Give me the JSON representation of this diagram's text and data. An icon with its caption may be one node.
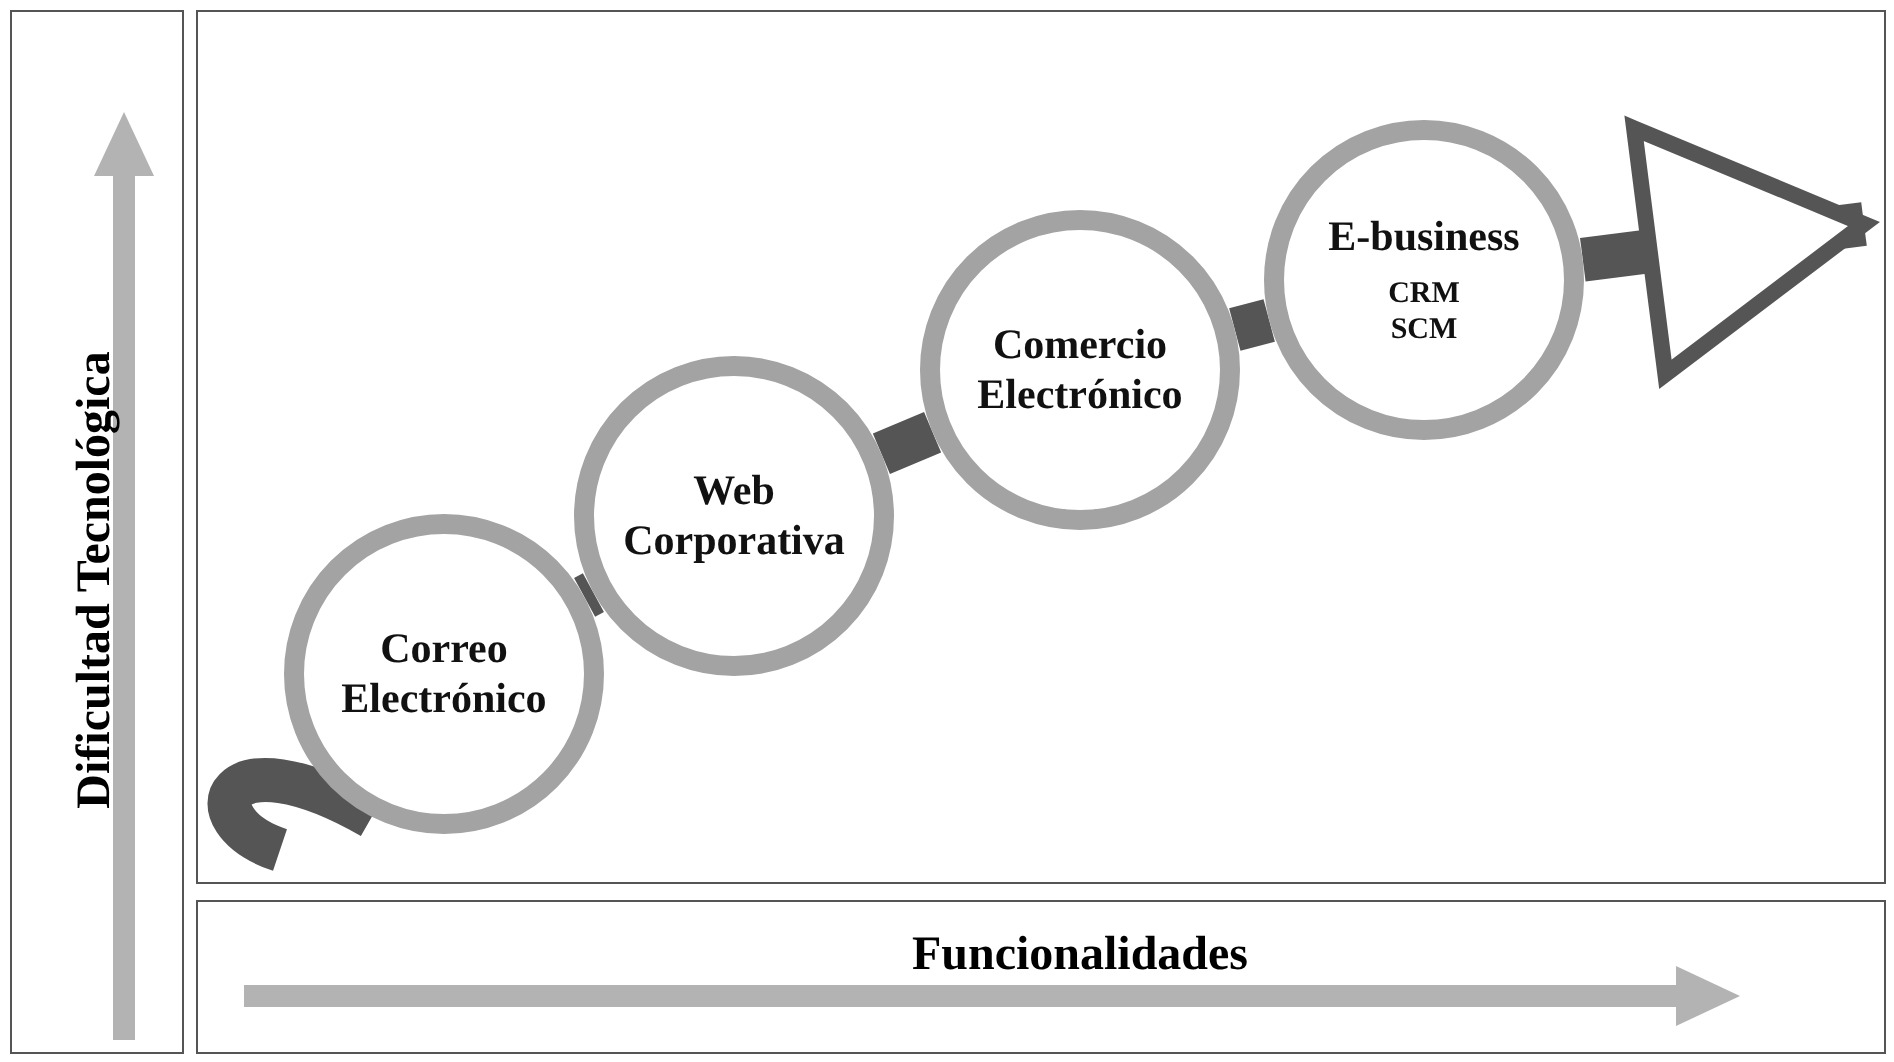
{
  "diagram": {
    "nodes": [
      {
        "text": [
          "Correo Electrónico"
        ]
      },
      {
        "text": [
          "Web Corporativa"
        ]
      },
      {
        "text": [
          "Comercio Electrónico"
        ]
      },
      {
        "text": [
          "E-business",
          "CRM SCM"
        ]
      }
    ],
    "edges": [
      {
        "from": null,
        "to": 0,
        "arrow": "none"
      },
      {
        "from": 0,
        "to": 1,
        "arrow": "none"
      },
      {
        "from": 1,
        "to": 2,
        "arrow": "none"
      },
      {
        "from": 2,
        "to": 3,
        "arrow": "none"
      },
      {
        "from": 3,
        "to": null,
        "arrow": "to"
      }
    ],
    "labels": [
      "Dificultad Tecnológica",
      "Funcionalidades"
    ]
  }
}
